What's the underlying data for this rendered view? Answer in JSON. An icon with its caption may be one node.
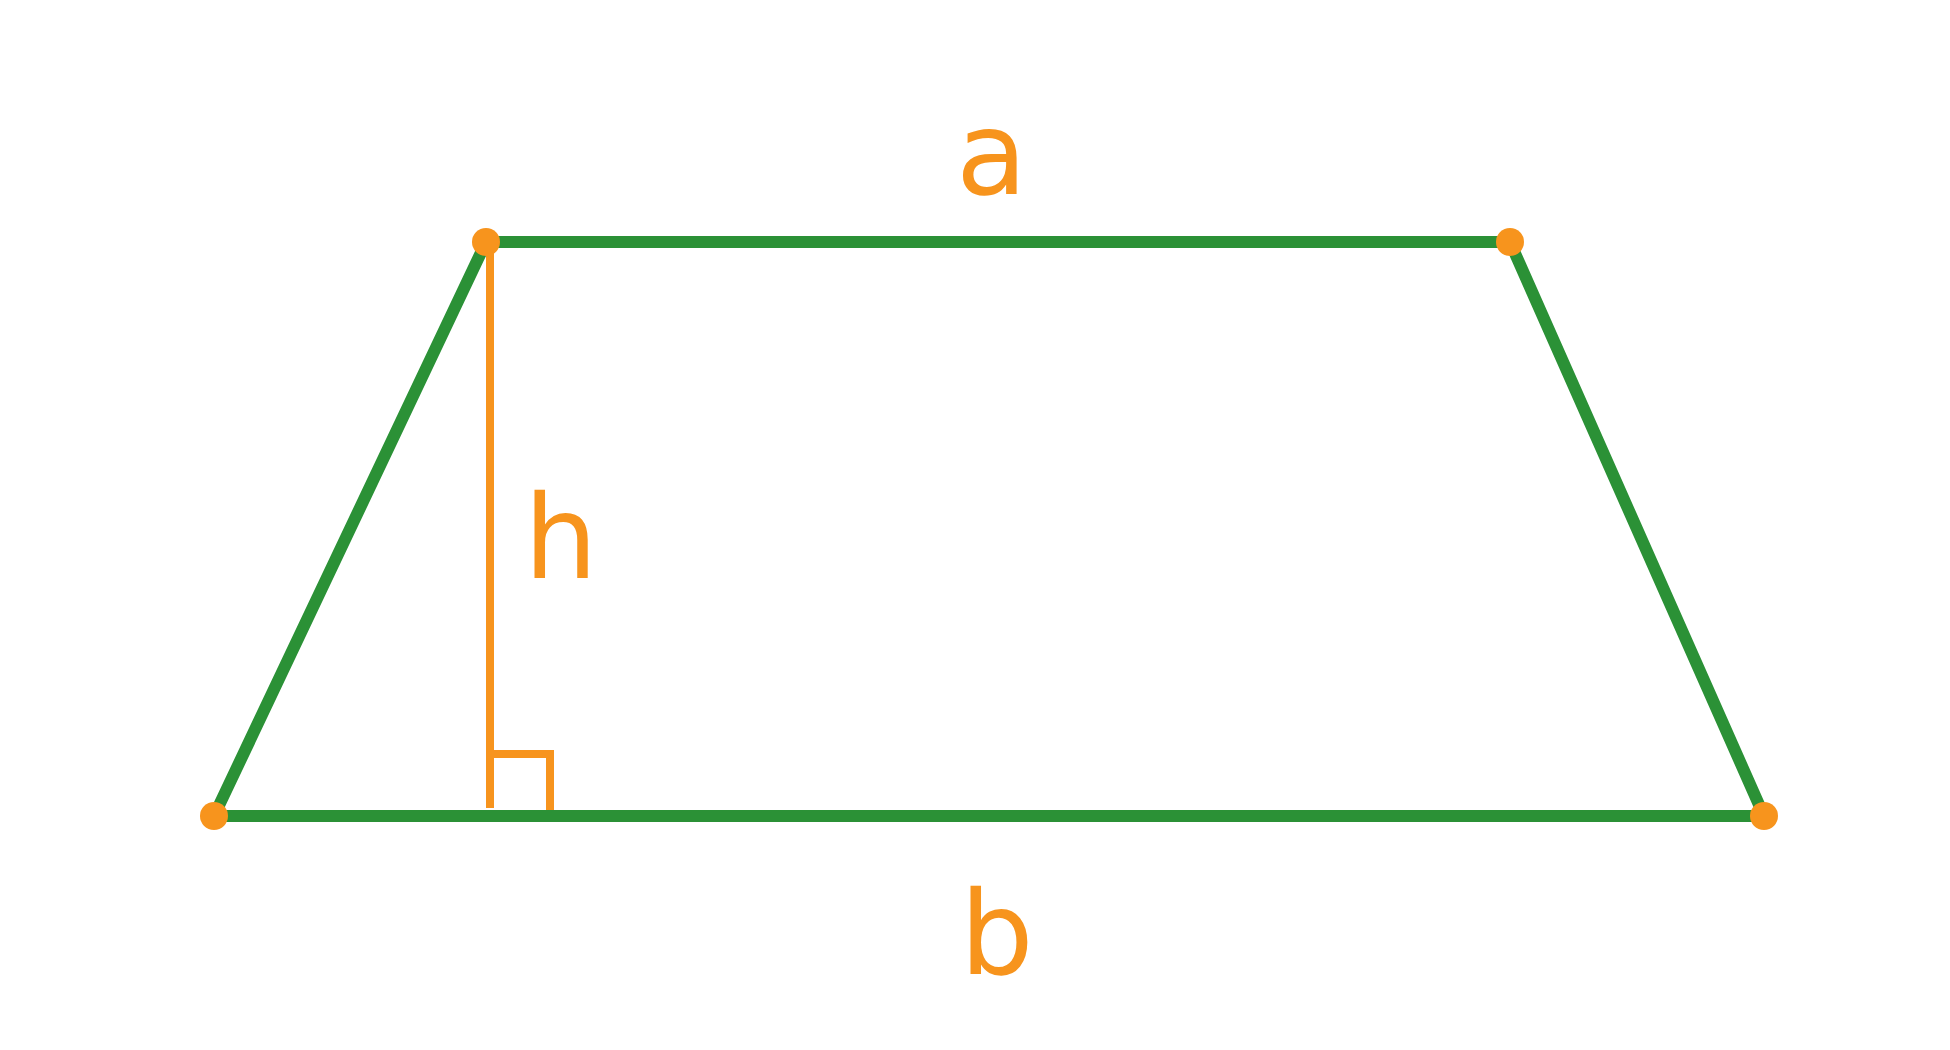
{
  "diagram": {
    "labels": [
      "a",
      "h",
      "b"
    ]
  }
}
